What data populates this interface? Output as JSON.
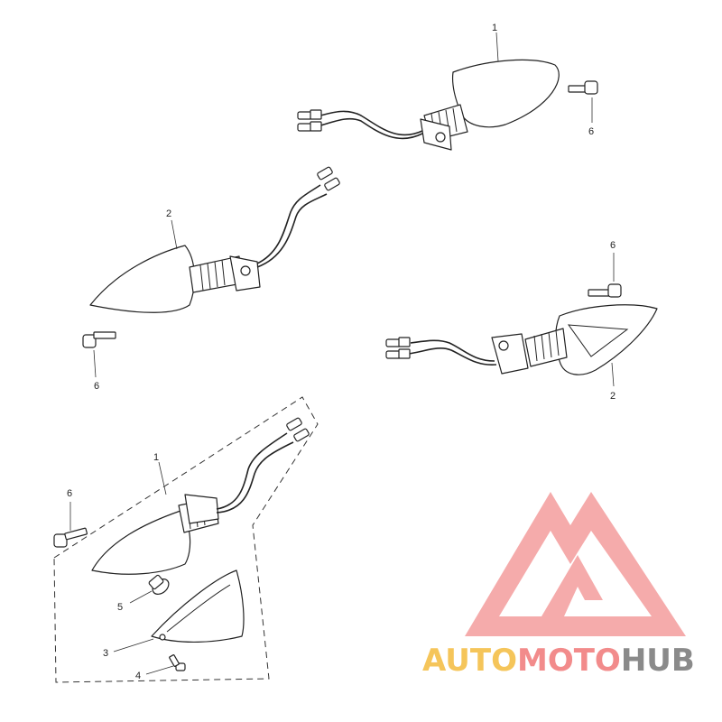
{
  "callouts": {
    "top_lamp": "1",
    "top_screw": "6",
    "left_lamp": "2",
    "left_screw": "6",
    "right_screw": "6",
    "right_lamp": "2",
    "exploded_lamp": "1",
    "exploded_screw": "6",
    "bulb": "5",
    "lens": "3",
    "lens_screw": "4"
  },
  "watermark": {
    "word_1": "AUTO",
    "word_2": "MOTO",
    "word_3": "HUB",
    "color_1": "#f5c55a",
    "color_2": "#f28b8b",
    "color_3": "#8a8a8a",
    "mark_color": "#f4a3a3"
  }
}
